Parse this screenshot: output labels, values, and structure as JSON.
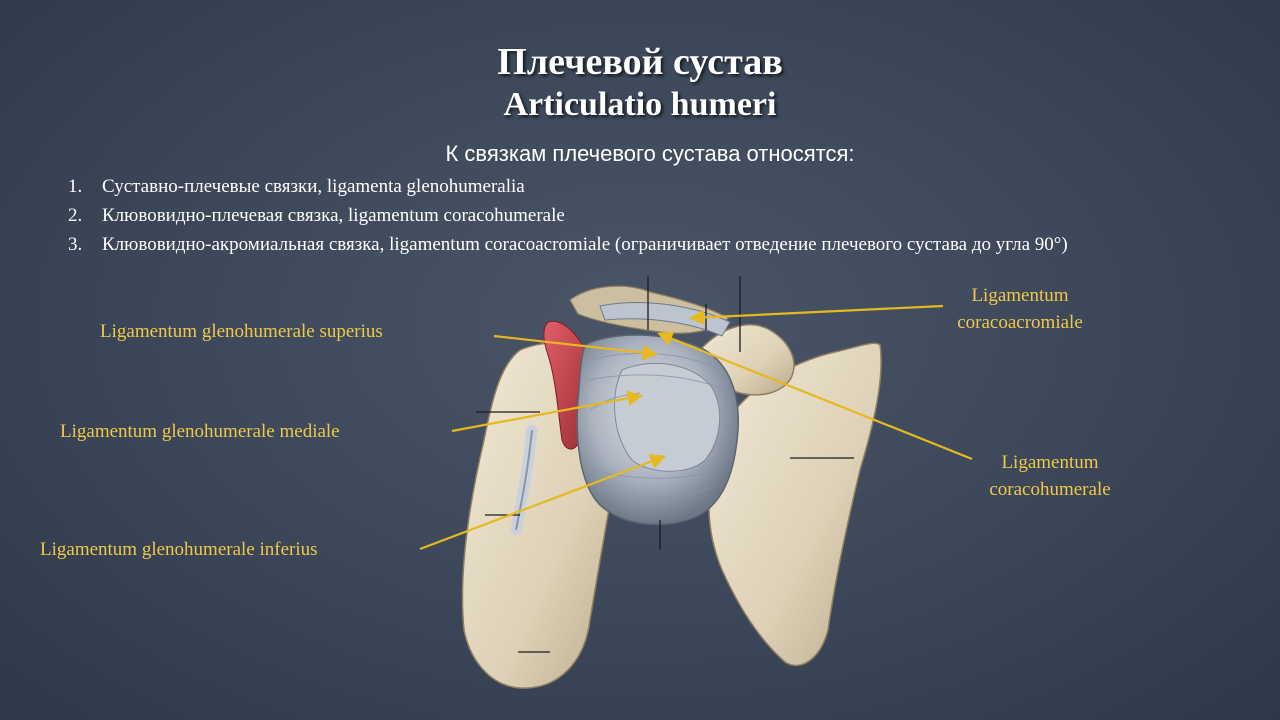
{
  "title": {
    "ru": "Плечевой сустав",
    "latin": "Articulatio humeri"
  },
  "intro": "К связкам плечевого сустава относятся:",
  "ligament_list": [
    {
      "num": "1.",
      "text": "Суставно-плечевые связки, ligamenta glenohumeralia"
    },
    {
      "num": "2.",
      "text": "Клювовидно-плечевая связка, ligamentum coracohumerale"
    },
    {
      "num": "3.",
      "text": "Клювовидно-акромиальная связка, ligamentum coracoacromiale (ограничивает отведение плечевого сустава до угла 90°)"
    }
  ],
  "labels": {
    "superius": "Ligamentum glenohumerale superius",
    "mediale": "Ligamentum glenohumerale mediale",
    "inferius": "Ligamentum glenohumerale inferius",
    "coracoacromiale_1": "Ligamentum",
    "coracoacromiale_2": "coracoacromiale",
    "coracohumerale_1": "Ligamentum",
    "coracohumerale_2": "coracohumerale"
  },
  "colors": {
    "background": "#3b4658",
    "title_text": "#ffffff",
    "label_text": "#f0c84a",
    "leader_line": "#e8b820",
    "bone": "#e6dcc4",
    "ligament": "#b7c0ca",
    "tendon_red": "#c8414a"
  }
}
